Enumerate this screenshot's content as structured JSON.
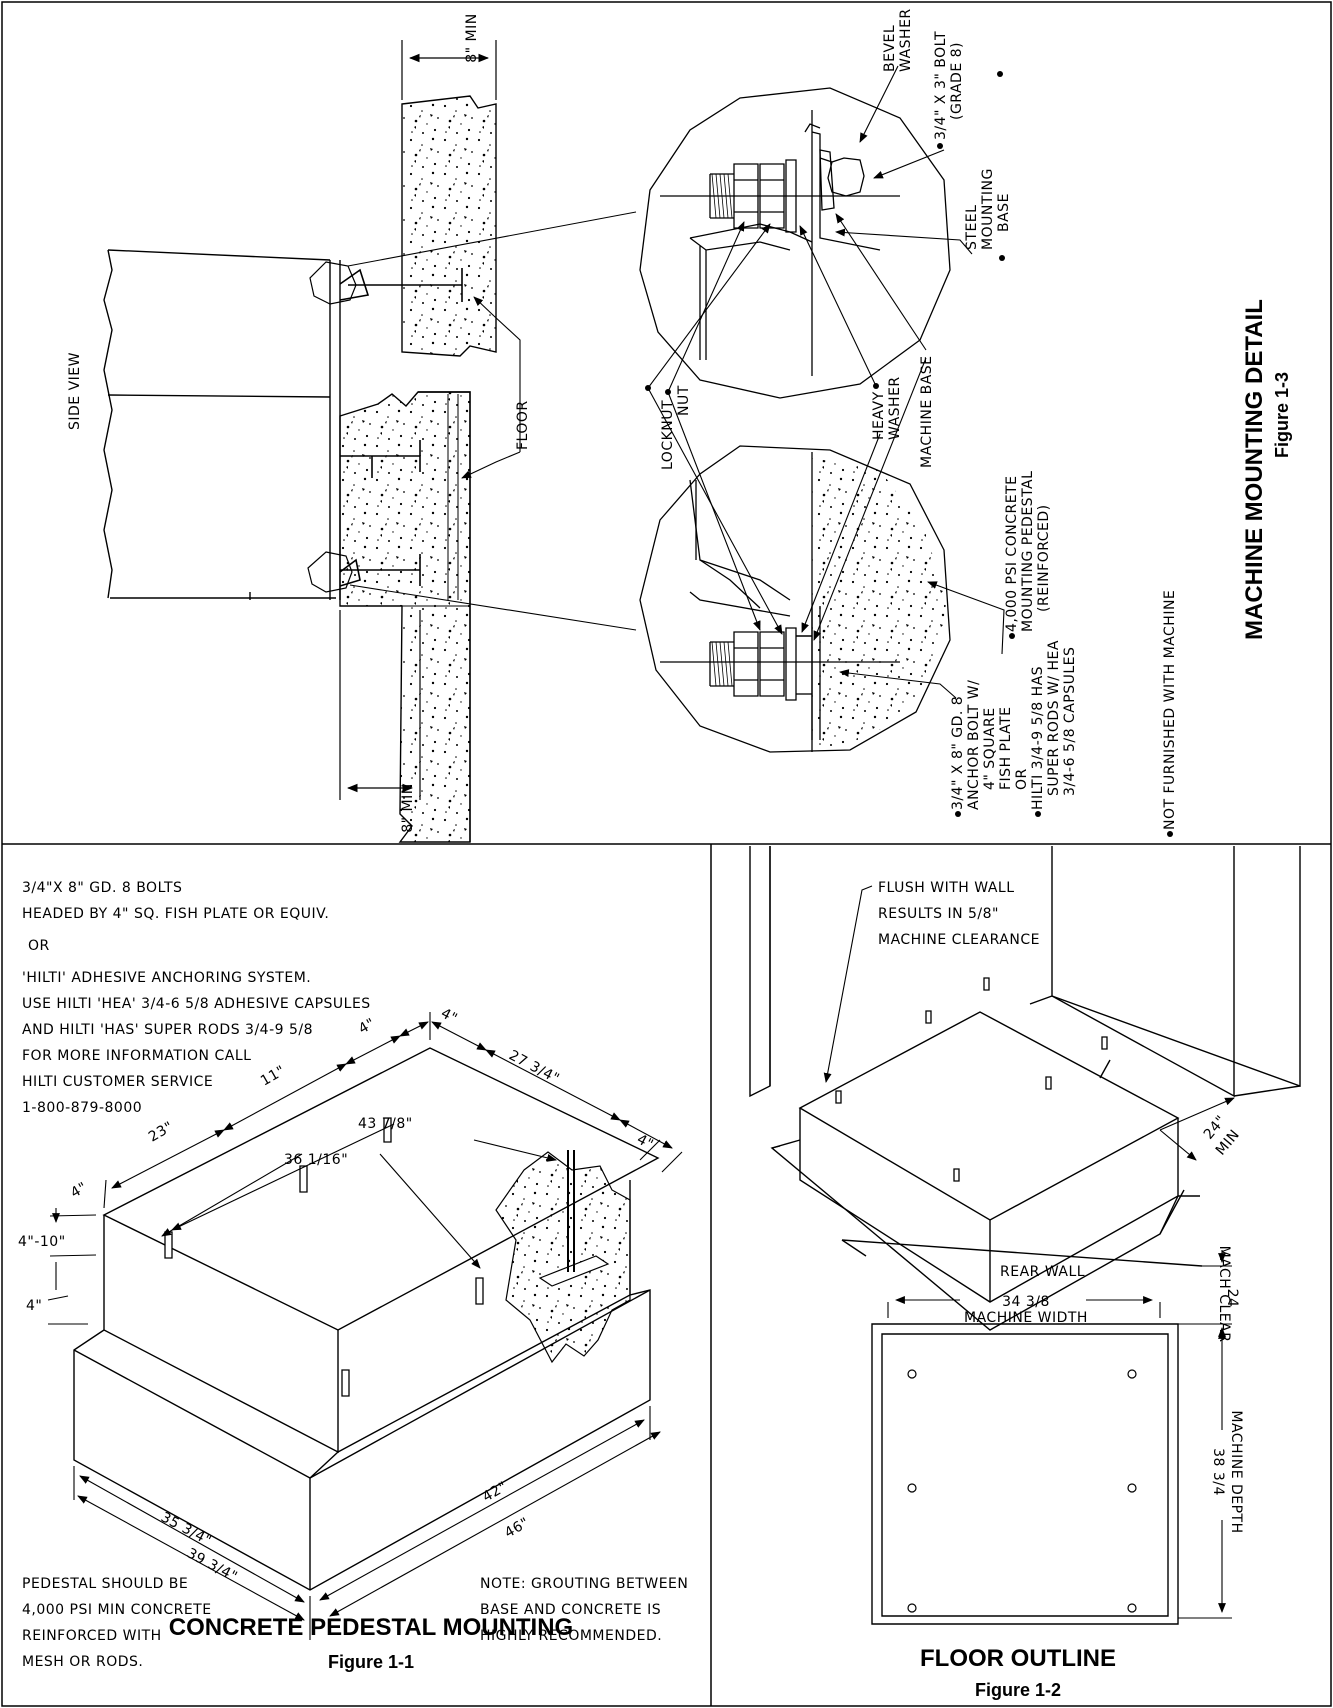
{
  "fig3": {
    "title": "MACHINE MOUNTING DETAIL",
    "figure": "Figure 1-3",
    "side_view": "SIDE VIEW",
    "floor": "FLOOR",
    "min_top": "8\" MIN",
    "min_bottom": "8\" MIN",
    "bevel_washer_1": "BEVEL",
    "bevel_washer_2": "WASHER",
    "bolt_1": "3/4\" X 3\" BOLT",
    "bolt_2": "(GRADE 8)",
    "steel_base_1": "STEEL",
    "steel_base_2": "MOUNTING",
    "steel_base_3": "BASE",
    "locknut": "LOCKNUT",
    "nut": "NUT",
    "heavy_washer_1": "HEAVY",
    "heavy_washer_2": "WASHER",
    "machine_base": "MACHINE BASE",
    "concrete_1": "4,000 PSI CONCRETE",
    "concrete_2": "MOUNTING PEDESTAL",
    "concrete_3": "(REINFORCED)",
    "anchor_1": "3/4\" X 8\" GD. 8",
    "anchor_2": "ANCHOR BOLT W/",
    "anchor_3": "4\" SQUARE",
    "anchor_4": "FISH PLATE",
    "anchor_or": "OR",
    "hilti_1": "HILTI 3/4-9 5/8 HAS",
    "hilti_2": "SUPER RODS W/ HEA",
    "hilti_3": "3/4-6 5/8 CAPSULES",
    "not_furnished": "NOT FURNISHED WITH MACHINE"
  },
  "fig1": {
    "title": "CONCRETE PEDESTAL MOUNTING",
    "figure": "Figure 1-1",
    "notes": [
      "3/4\"X 8\" GD. 8 BOLTS",
      "HEADED BY 4\" SQ. FISH PLATE OR EQUIV.",
      "OR",
      "'HILTI' ADHESIVE ANCHORING SYSTEM.",
      "USE HILTI 'HEA' 3/4-6 5/8 ADHESIVE CAPSULES",
      "AND HILTI 'HAS' SUPER RODS 3/4-9 5/8",
      "FOR MORE INFORMATION CALL",
      "HILTI CUSTOMER SERVICE",
      "1-800-879-8000"
    ],
    "dims": {
      "d4a": "4\"",
      "d4b": "4\"",
      "d11": "11\"",
      "d23": "23\"",
      "d27": "27 3/4\"",
      "d43": "43 7/8\"",
      "d36": "36 1/16\"",
      "d4c": "4\"",
      "d4d": "4\"",
      "d410": "4\"-10\"",
      "d4e": "4\"",
      "d35": "35 3/4\"",
      "d39": "39 3/4\"",
      "d42": "42\"",
      "d46": "46\""
    },
    "pedestal_note": [
      "PEDESTAL SHOULD BE",
      "4,000 PSI MIN CONCRETE",
      "REINFORCED WITH",
      "MESH OR RODS."
    ],
    "grout_note": [
      "NOTE: GROUTING BETWEEN",
      "BASE AND CONCRETE IS",
      "HIGHLY RECOMMENDED."
    ]
  },
  "fig2": {
    "title": "FLOOR OUTLINE",
    "figure": "Figure 1-2",
    "flush_note": [
      "FLUSH WITH WALL",
      "RESULTS IN 5/8\"",
      "MACHINE CLEARANCE"
    ],
    "min24": "24\"",
    "min24b": "MIN",
    "rear_wall": "REAR WALL",
    "width_val": "34 3/8",
    "width_label": "MACHINE WIDTH",
    "clear_val": "24",
    "clear_label": "MACH CLEAR",
    "depth_val": "38 3/4",
    "depth_label": "MACHINE DEPTH"
  }
}
